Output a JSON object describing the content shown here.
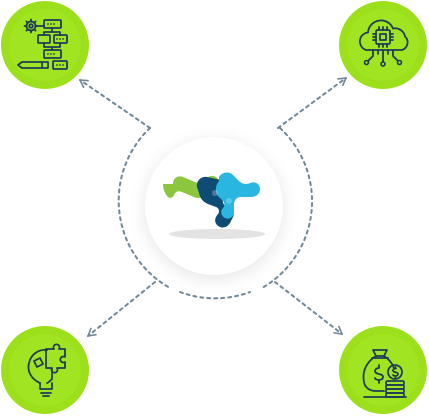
{
  "colors": {
    "node_fill": "#9be01a",
    "node_fill_light": "#b7ef3a",
    "icon_stroke": "#1f3b57",
    "connector": "#6f8899",
    "hub_background": "#ffffff",
    "logo_green": "#8cc63f",
    "logo_navy": "#0f4c75",
    "logo_cyan": "#29b6e0",
    "hub_shadow": "#dcdcdc"
  },
  "center_hub": {
    "logo": "puzzle-molecule-logo"
  },
  "nodes": [
    {
      "id": "top-left",
      "icon": "workflow-flowchart-icon"
    },
    {
      "id": "top-right",
      "icon": "cloud-chip-icon"
    },
    {
      "id": "bottom-left",
      "icon": "idea-puzzle-bulb-icon"
    },
    {
      "id": "bottom-right",
      "icon": "money-bag-coins-icon"
    }
  ]
}
